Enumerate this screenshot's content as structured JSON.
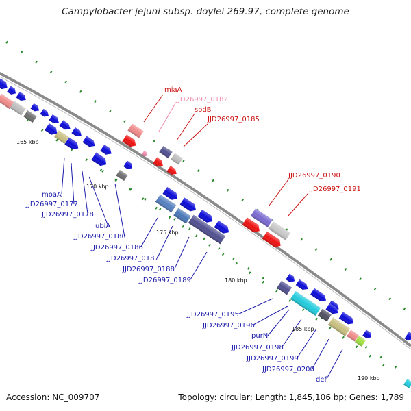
{
  "title": "Campylobacter jejuni subsp. doylei 269.97, complete genome",
  "footer": {
    "accession": "Accession: NC_009707",
    "summary": "Topology: circular; Length: 1,845,106 bp; Genes: 1,789"
  },
  "colors": {
    "backbone": "#8a8a8a",
    "tick": "#2a8a2a",
    "forward_gene": "#0b0bd8",
    "red_gene": "#ee1111",
    "label_blue": "#1a1aaa",
    "label_red": "#cc1111",
    "label_pink": "#f08aa8"
  },
  "scale_labels": [
    "165 kbp",
    "170 kbp",
    "175 kbp",
    "180 kbp",
    "185 kbp",
    "190 kbp"
  ],
  "gene_labels_top": [
    {
      "text": "miaA",
      "color": "red"
    },
    {
      "text": "JJD26997_0182",
      "color": "pink"
    },
    {
      "text": "sodB",
      "color": "red"
    },
    {
      "text": "JJD26997_0185",
      "color": "red"
    },
    {
      "text": "JJD26997_0190",
      "color": "red"
    },
    {
      "text": "JJD26997_0191",
      "color": "red"
    }
  ],
  "gene_labels_bottom": [
    {
      "text": "moaA"
    },
    {
      "text": "JJD26997_0177"
    },
    {
      "text": "JJD26997_0178"
    },
    {
      "text": "ubiA"
    },
    {
      "text": "JJD26997_0180"
    },
    {
      "text": "JJD26997_0186"
    },
    {
      "text": "JJD26997_0187"
    },
    {
      "text": "JJD26997_0188"
    },
    {
      "text": "JJD26997_0189"
    },
    {
      "text": "JJD26997_0195"
    },
    {
      "text": "JJD26997_0196"
    },
    {
      "text": "purN"
    },
    {
      "text": "JJD26997_0198"
    },
    {
      "text": "JJD26997_0199"
    },
    {
      "text": "JJD26997_0200"
    },
    {
      "text": "def"
    }
  ]
}
